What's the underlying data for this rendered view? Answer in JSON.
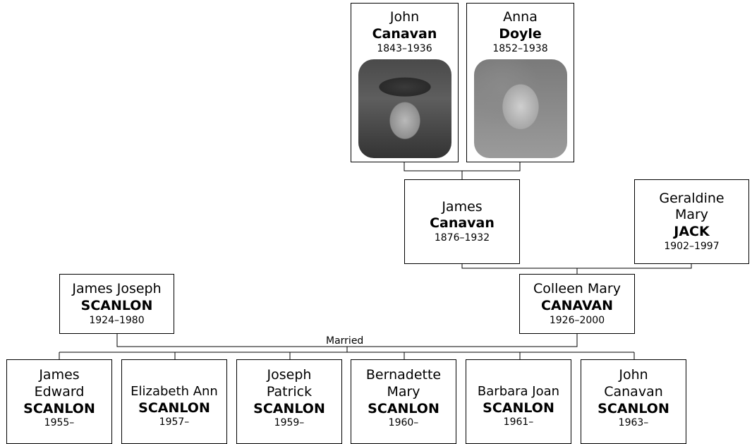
{
  "people": {
    "john_canavan_sr": {
      "given": "John",
      "surname": "Canavan",
      "dates": "1843–1936",
      "photo": "man-in-hat-photo"
    },
    "anna_doyle": {
      "given": "Anna",
      "surname": "Doyle",
      "dates": "1852–1938",
      "photo": "elderly-woman-photo"
    },
    "james_canavan": {
      "given": "James",
      "surname": "Canavan",
      "dates": "1876–1932"
    },
    "geraldine_jack": {
      "given_line1": "Geraldine",
      "given_line2": "Mary",
      "surname": "JACK",
      "dates": "1902–1997"
    },
    "james_joseph_scanlon": {
      "given": "James Joseph",
      "surname": "SCANLON",
      "dates": "1924–1980"
    },
    "colleen_canavan": {
      "given": "Colleen Mary",
      "surname": "CANAVAN",
      "dates": "1926–2000"
    }
  },
  "children": [
    {
      "given_line1": "James",
      "given_line2": "Edward",
      "surname": "SCANLON",
      "dates": "1955–"
    },
    {
      "given_line1": "",
      "given_line2": "Elizabeth Ann",
      "surname": "SCANLON",
      "dates": "1957–"
    },
    {
      "given_line1": "Joseph",
      "given_line2": "Patrick",
      "surname": "SCANLON",
      "dates": "1959–"
    },
    {
      "given_line1": "Bernadette",
      "given_line2": "Mary",
      "surname": "SCANLON",
      "dates": "1960–"
    },
    {
      "given_line1": "",
      "given_line2": "Barbara Joan",
      "surname": "SCANLON",
      "dates": "1961–"
    },
    {
      "given_line1": "John",
      "given_line2": "Canavan",
      "surname": "SCANLON",
      "dates": "1963–"
    }
  ],
  "marriage_label": "Married"
}
